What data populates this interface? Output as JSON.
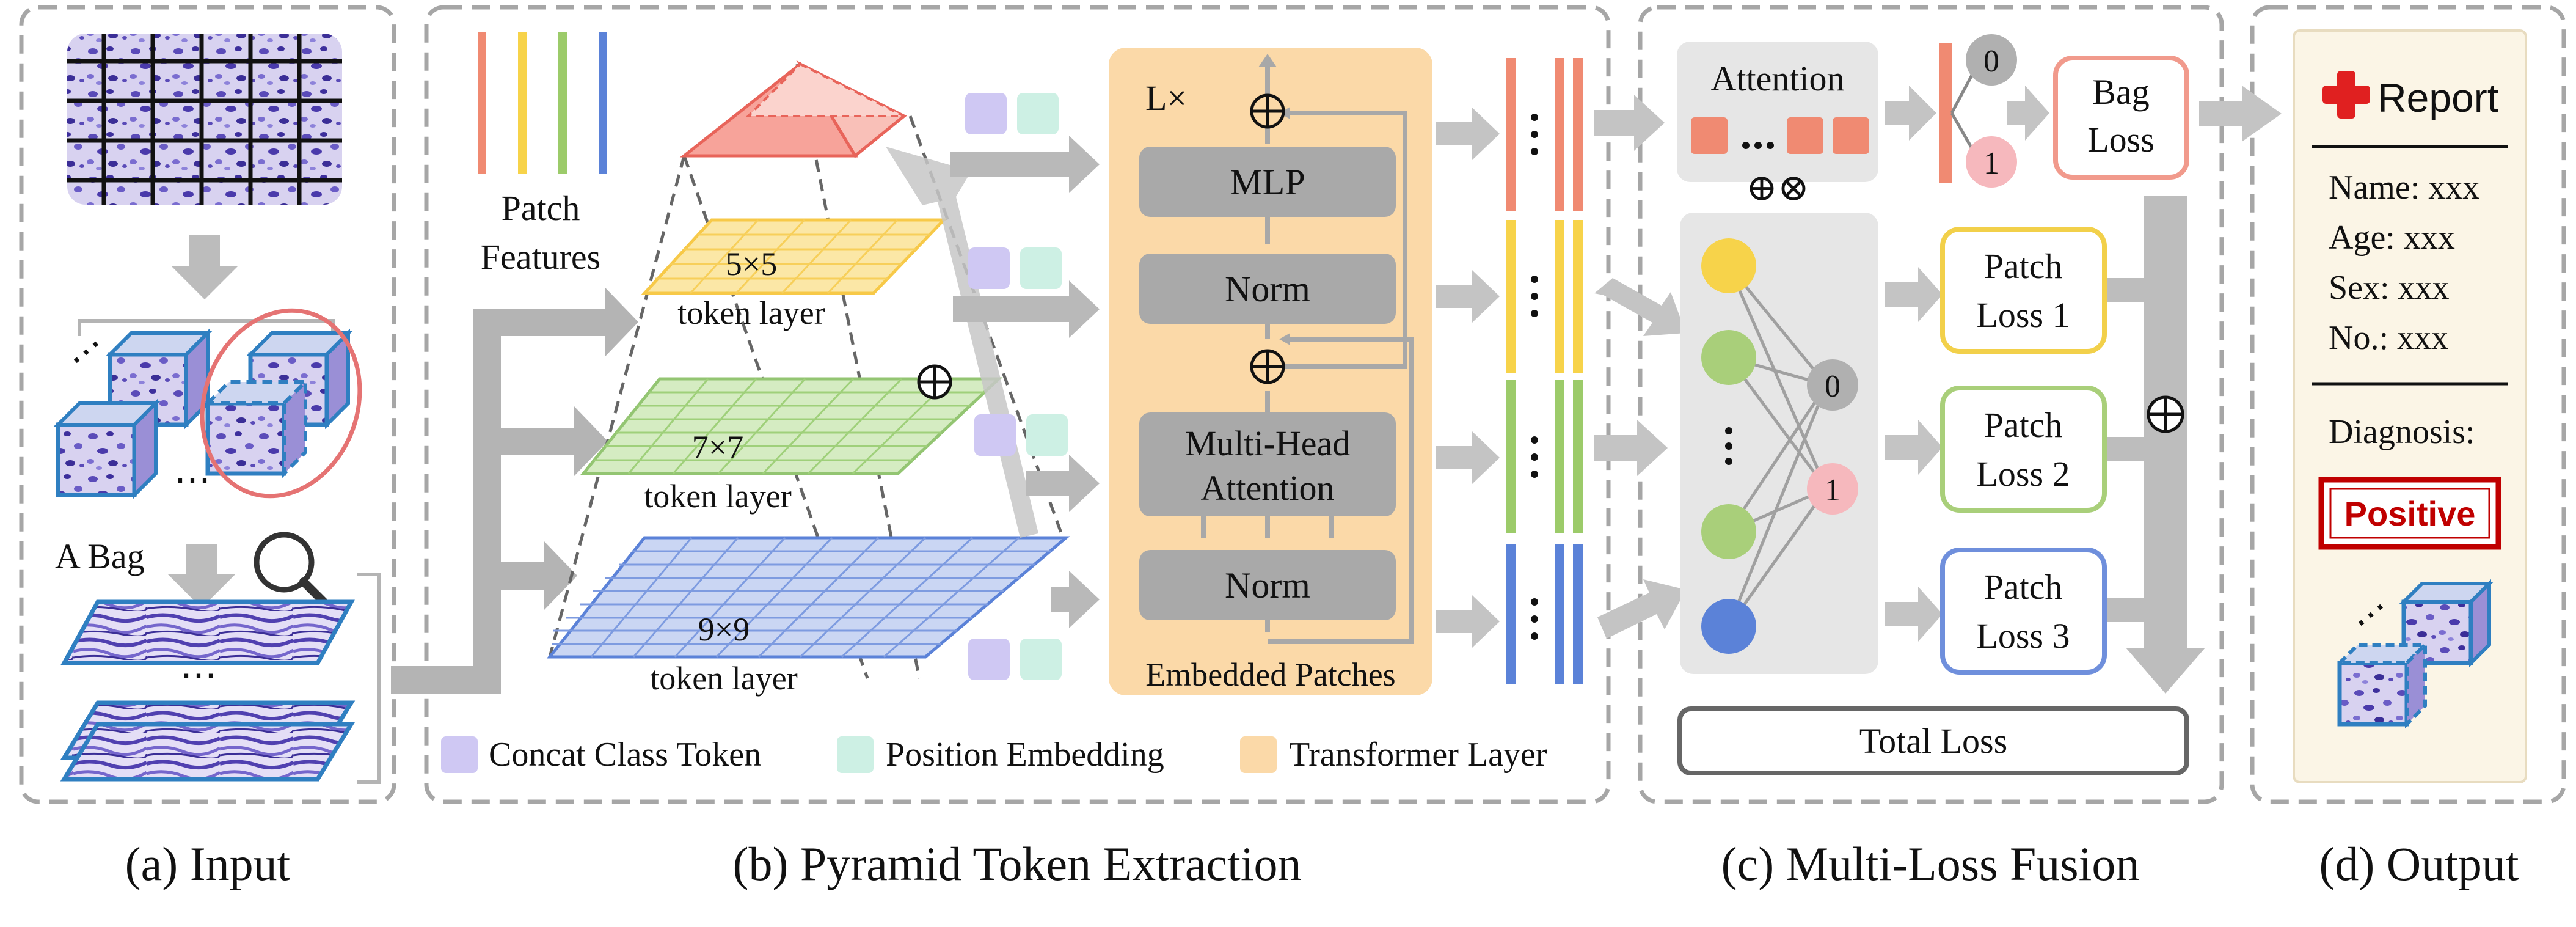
{
  "panels": {
    "input": {
      "caption": "(a) Input",
      "bag_label": "A Bag",
      "ellipsis": "⋯"
    },
    "pyramid": {
      "caption": "(b) Pyramid Token Extraction",
      "patch_features_line1": "Patch",
      "patch_features_line2": "Features",
      "layers": [
        {
          "grid": "5×5",
          "label": "token layer",
          "color": "#f7c948"
        },
        {
          "grid": "7×7",
          "label": "token layer",
          "color": "#93c572"
        },
        {
          "grid": "9×9",
          "label": "token layer",
          "color": "#6f8fdc"
        }
      ],
      "transformer": {
        "repeat": "L×",
        "mlp": "MLP",
        "norm_top": "Norm",
        "mha_line1": "Multi-Head",
        "mha_line2": "Attention",
        "norm_bottom": "Norm",
        "input_label": "Embedded Patches"
      },
      "legend": [
        {
          "label": "Concat Class Token",
          "color": "#cfc8f3"
        },
        {
          "label": "Position Embedding",
          "color": "#cdf0e4"
        },
        {
          "label": "Transformer Layer",
          "color": "#fbd9a8"
        }
      ],
      "token_colors": [
        "#f08a72",
        "#f7d34a",
        "#9ccb6a",
        "#5b82d8"
      ]
    },
    "fusion": {
      "caption": "(c) Multi-Loss Fusion",
      "attention_label": "Attention",
      "attention_ops": "⊕⊗",
      "bag_loss_line1": "Bag",
      "bag_loss_line2": "Loss",
      "bag_outputs": [
        "0",
        "1"
      ],
      "mlp_outputs": [
        "0",
        "1"
      ],
      "patch_losses": [
        {
          "line1": "Patch",
          "line2": "Loss 1",
          "color": "#f2d04a"
        },
        {
          "line1": "Patch",
          "line2": "Loss 2",
          "color": "#a9cf7a"
        },
        {
          "line1": "Patch",
          "line2": "Loss 3",
          "color": "#6f8fdc"
        }
      ],
      "total_loss": "Total Loss"
    },
    "output": {
      "caption": "(d) Output",
      "report_title": "Report",
      "fields": [
        "Name: xxx",
        "Age: xxx",
        "Sex: xxx",
        "No.: xxx"
      ],
      "diagnosis_label": "Diagnosis:",
      "diagnosis_value": "Positive"
    }
  },
  "colors": {
    "panel_border": "#a6a6a6",
    "arrow": "#b4b4b4",
    "gray_box": "#a9a9a9",
    "transformer_bg": "#fbd9a8",
    "pyramid_red": "#f28b82",
    "positive_red": "#c00000"
  }
}
